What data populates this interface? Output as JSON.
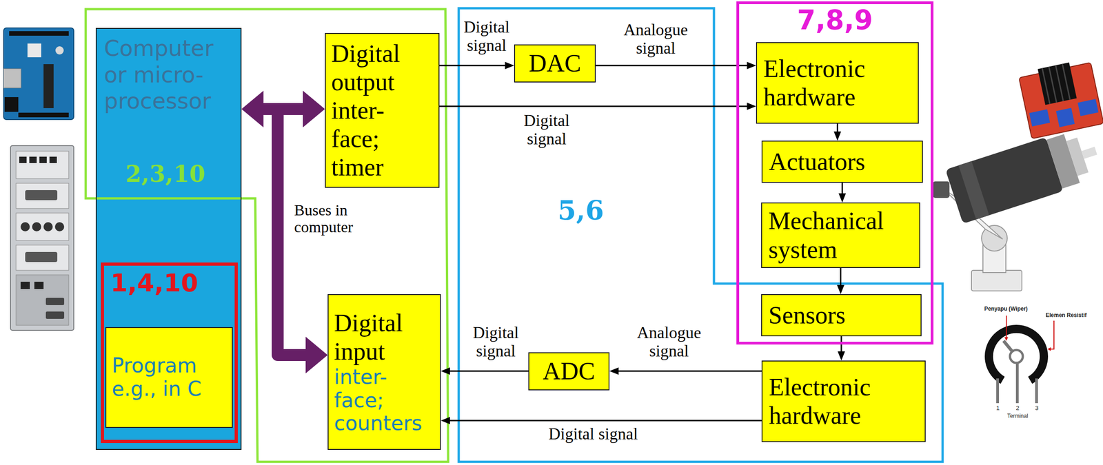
{
  "diagram": {
    "nodes": [
      {
        "text": [
          "Computer or micro- processor"
        ]
      },
      {
        "text": [
          "1,4,10"
        ],
        "in": 0
      },
      {
        "text": [
          "Program e.g., in C"
        ],
        "in": 1
      },
      {
        "text": [
          "Digital output inter- face; timer"
        ]
      },
      {
        "text": [
          "Digital input",
          "inter- face; counters"
        ]
      },
      {
        "text": [
          "DAC"
        ]
      },
      {
        "text": [
          "ADC"
        ]
      },
      {
        "text": [
          "7,8,9"
        ]
      },
      {
        "text": [
          "Electronic hardware"
        ],
        "in": 7
      },
      {
        "text": [
          "Actuators"
        ],
        "in": 7
      },
      {
        "text": [
          "Mechanical system"
        ],
        "in": 7
      },
      {
        "text": [
          "Sensors"
        ],
        "in": 7
      },
      {
        "text": [
          "Electronic hardware"
        ]
      }
    ],
    "edges": [
      {
        "from": 0,
        "to": 3,
        "arrow": "both"
      },
      {
        "from": 0,
        "to": 4,
        "arrow": "to"
      },
      {
        "from": 3,
        "to": 5,
        "label": "Digital signal",
        "arrow": "to"
      },
      {
        "from": 5,
        "to": 8,
        "label": "Analogue signal",
        "arrow": "to"
      },
      {
        "from": 3,
        "to": 8,
        "label": "Digital signal",
        "arrow": "to"
      },
      {
        "from": 8,
        "to": 9,
        "arrow": "to"
      },
      {
        "from": 9,
        "to": 10,
        "arrow": "to"
      },
      {
        "from": 10,
        "to": 11,
        "arrow": "to"
      },
      {
        "from": 11,
        "to": 12,
        "arrow": "to"
      },
      {
        "from": 12,
        "to": 6,
        "label": "Analogue signal",
        "arrow": "to"
      },
      {
        "from": 6,
        "to": 4,
        "label": "Digital signal",
        "arrow": "to"
      },
      {
        "from": 12,
        "to": 4,
        "label": "Digital signal",
        "arrow": "to"
      }
    ],
    "labels": [
      "2,3,10",
      "5,6",
      "Buses in computer",
      "Penyapu (Wiper)",
      "Elemen Resistif",
      "1",
      "2",
      "3",
      "Terminal"
    ]
  }
}
